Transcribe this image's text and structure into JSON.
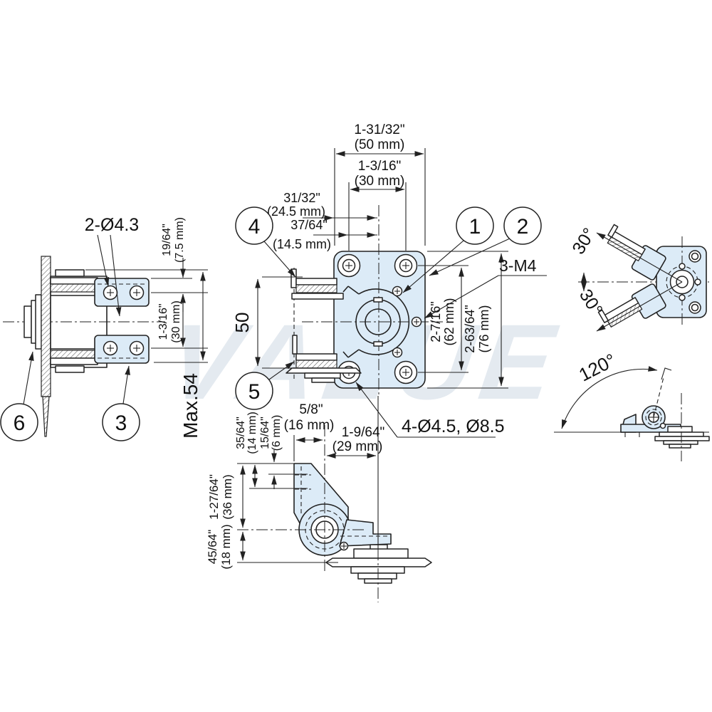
{
  "watermark": "VALUE",
  "colors": {
    "part_fill": "#dcebf7",
    "line": "#222222"
  },
  "balloons": [
    "1",
    "2",
    "3",
    "4",
    "5",
    "6"
  ],
  "side_view": {
    "hole_callout": "2-Ø4.3",
    "offset_in": "19/64\"",
    "offset_mm": "(7.5 mm)",
    "spacing_in": "1-3/16\"",
    "spacing_mm": "(30 mm)",
    "max_depth": "Max.54"
  },
  "front_view": {
    "width_in": "1-31/32\"",
    "width_mm": "(50 mm)",
    "hole_span_in": "1-3/16\"",
    "hole_span_mm": "(30 mm)",
    "edge_to_center_in": "31/32\"",
    "edge_to_center_mm": "(24.5 mm)",
    "hole_to_center_in": "37/64\"",
    "hole_to_center_mm": "(14.5 mm)",
    "arm_pitch": "50",
    "thread_callout": "3-M4",
    "hole_span_v_in": "2-7/16\"",
    "hole_span_v_mm": "(62 mm)",
    "height_in": "2-63/64\"",
    "height_mm": "(76 mm)",
    "hole_callout": "4-Ø4.5, Ø8.5"
  },
  "rotation_view": {
    "upper_angle": "30°",
    "lower_angle": "30°"
  },
  "swing_view": {
    "swing_angle": "120°"
  },
  "profile_view": {
    "top_offset_a_in": "35/64\"",
    "top_offset_a_mm": "(14 mm)",
    "top_offset_b_in": "15/64\"",
    "top_offset_b_mm": "(6 mm)",
    "front_offset_in": "5/8\"",
    "front_offset_mm": "(16 mm)",
    "pivot_offset_in": "1-9/64\"",
    "pivot_offset_mm": "(29 mm)",
    "height_in": "1-27/64\"",
    "height_mm": "(36 mm)",
    "base_offset_in": "45/64\"",
    "base_offset_mm": "(18 mm)"
  }
}
